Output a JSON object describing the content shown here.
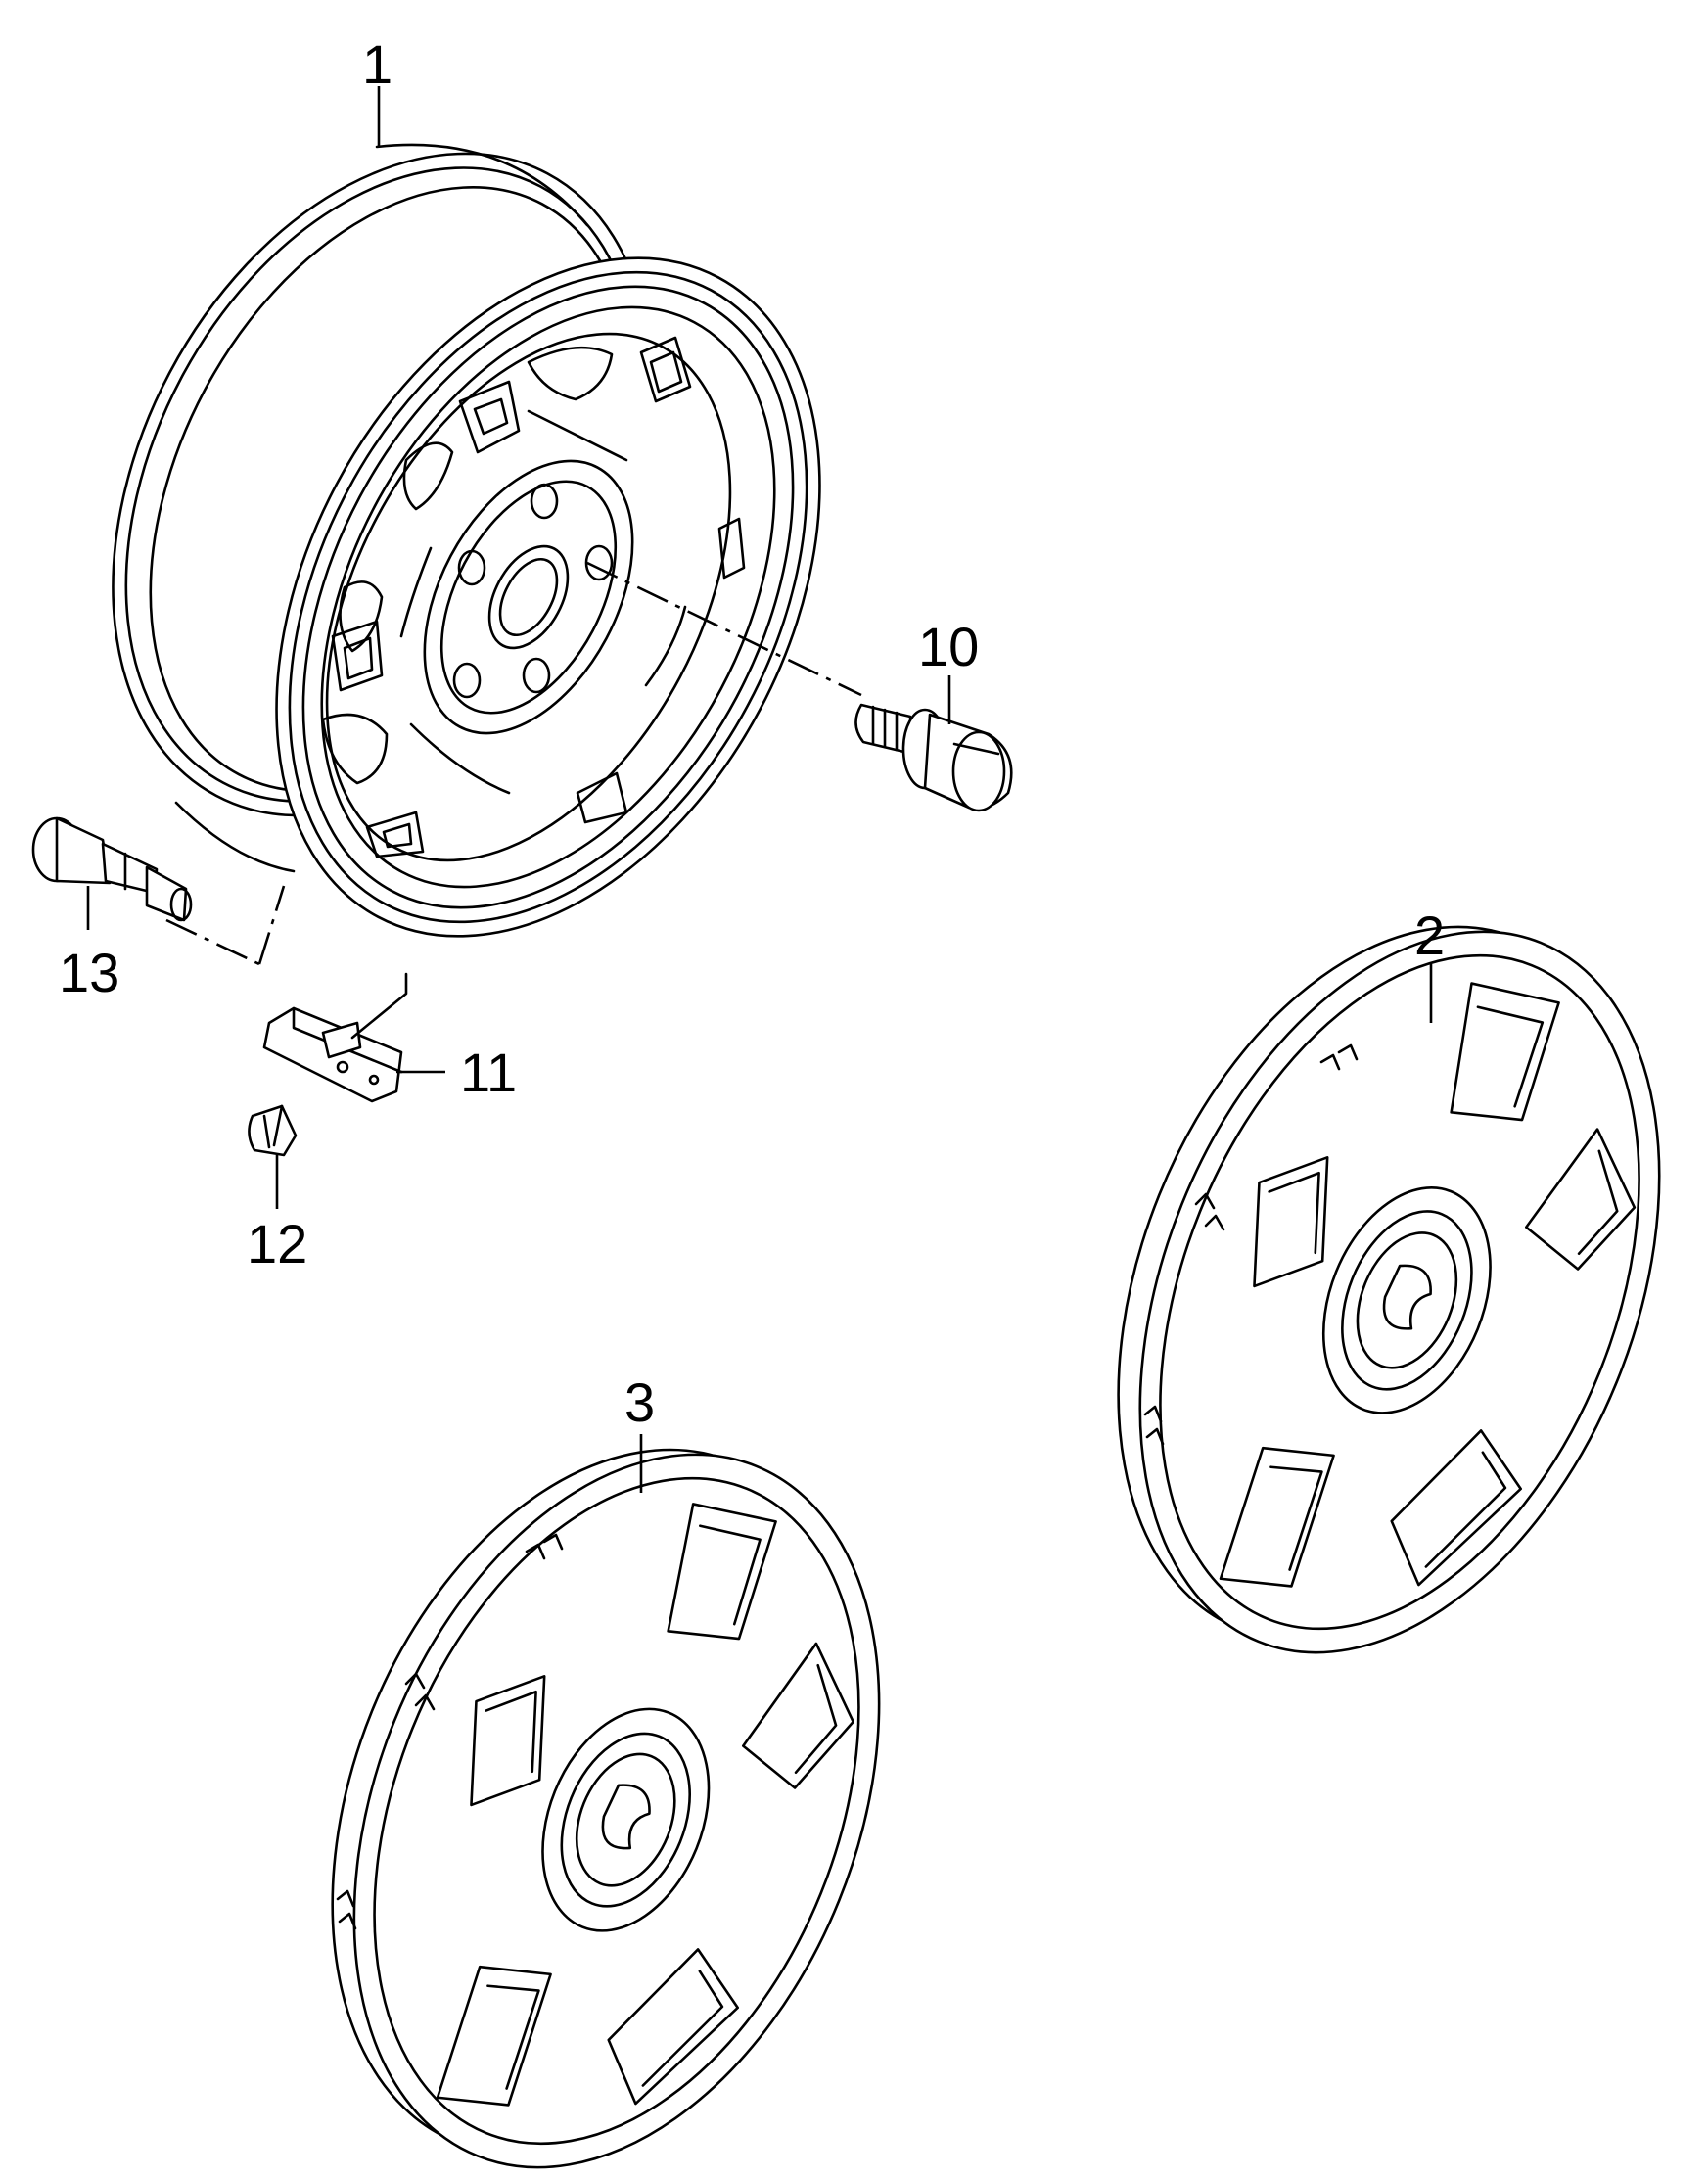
{
  "callouts": {
    "p1": "1",
    "p2": "2",
    "p3": "3",
    "p10": "10",
    "p11": "11",
    "p12": "12",
    "p13": "13"
  },
  "parts": [
    {
      "id": "1",
      "icon": "steel-wheel-rim"
    },
    {
      "id": "2",
      "icon": "wheel-trim-cover"
    },
    {
      "id": "3",
      "icon": "wheel-trim-cover"
    },
    {
      "id": "10",
      "icon": "wheel-bolt"
    },
    {
      "id": "11",
      "icon": "tyre-pressure-sensor"
    },
    {
      "id": "12",
      "icon": "sensor-nut"
    },
    {
      "id": "13",
      "icon": "tyre-valve"
    }
  ],
  "colors": {
    "line": "#000000",
    "background": "#ffffff"
  }
}
